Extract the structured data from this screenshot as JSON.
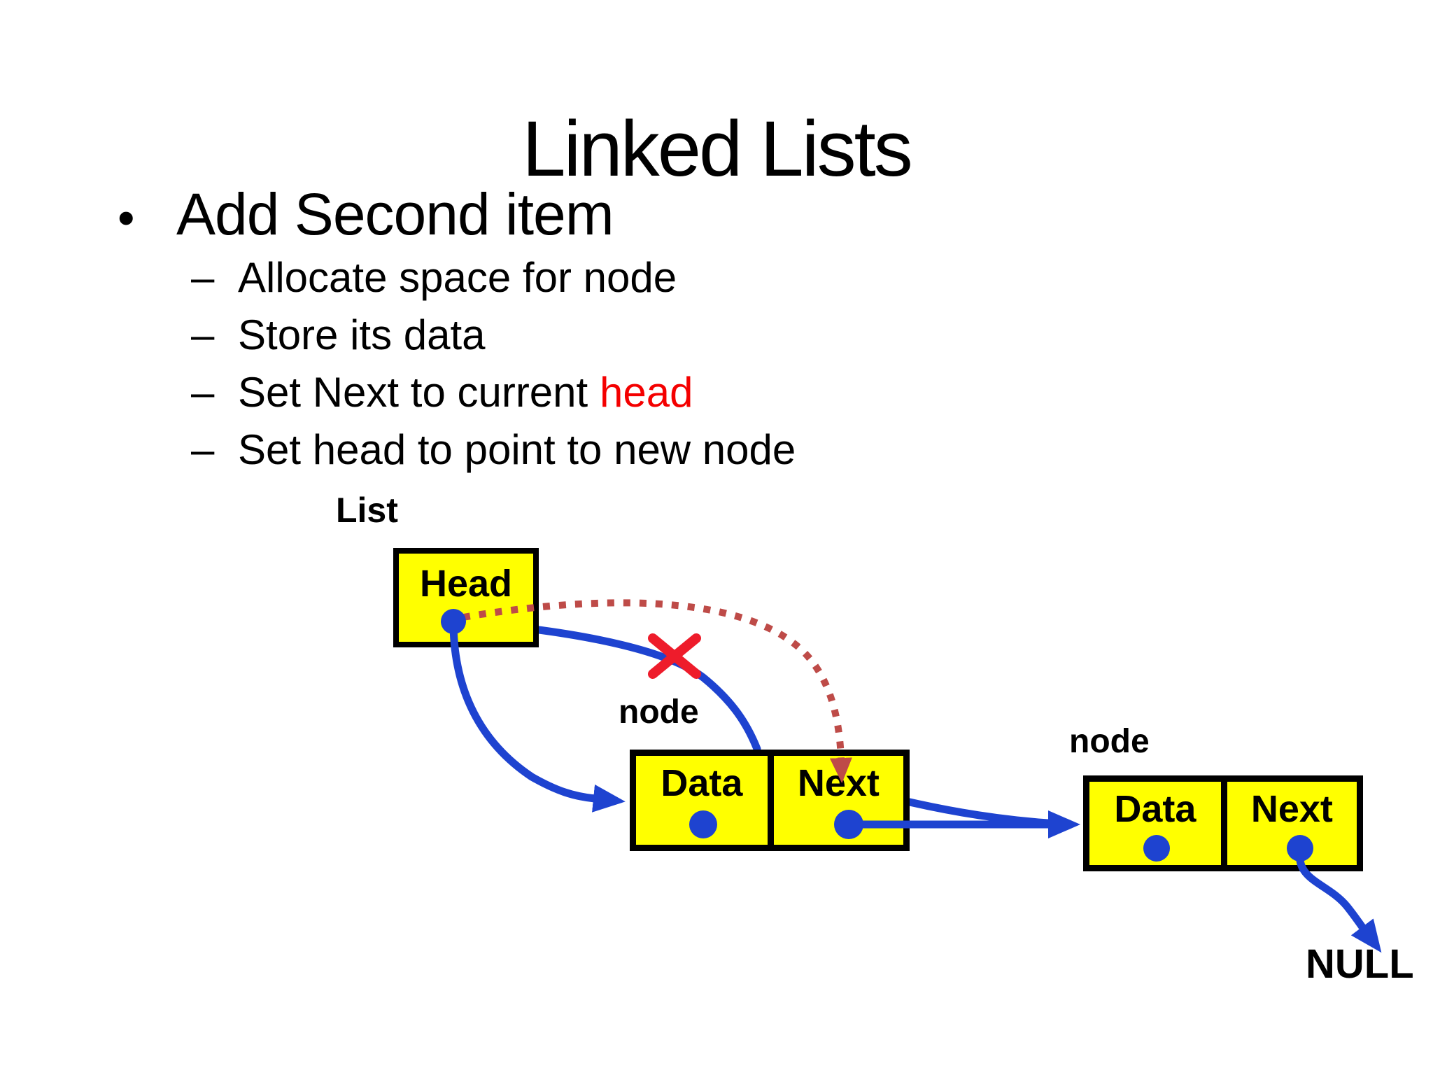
{
  "slide": {
    "title": "Linked Lists",
    "bullet_marker": "•",
    "bullet": "Add Second item",
    "sub_bullet_marker": "–",
    "sub_bullets": [
      "Allocate space for node",
      "Store its data",
      "Set Next to current",
      "Set head to point to new node"
    ],
    "sub_bullet_highlight": "head"
  },
  "diagram": {
    "list_label": "List",
    "head_label": "Head",
    "node1": {
      "label": "node",
      "data_label": "Data",
      "next_label": "Next"
    },
    "node2": {
      "label": "node",
      "data_label": "Data",
      "next_label": "Next"
    },
    "null_label": "NULL"
  },
  "colors": {
    "box_fill": "#FFFF00",
    "box_border": "#000000",
    "pointer_blue": "#1E43D0",
    "dotted_red": "#BE4B48",
    "cross_red": "#EE1C2B",
    "highlight_red": "#F40000",
    "text_color": "#000000"
  }
}
